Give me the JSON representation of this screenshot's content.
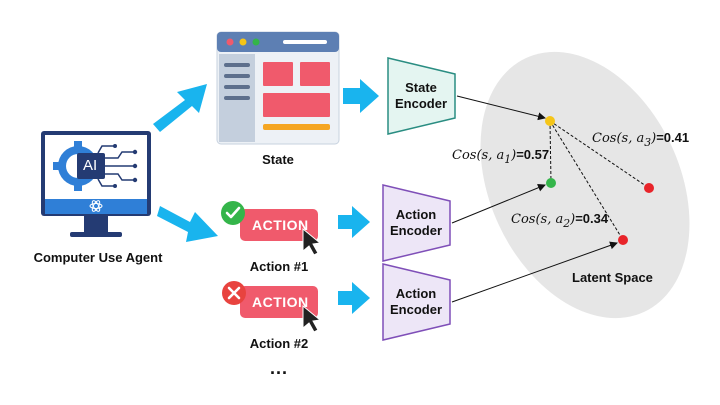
{
  "agent": {
    "label": "Computer Use Agent",
    "screen_text": "AI"
  },
  "state": {
    "label": "State"
  },
  "state_encoder": {
    "line1": "State",
    "line2": "Encoder"
  },
  "actions": [
    {
      "button_text": "ACTION",
      "caption": "Action #1",
      "status": "accepted",
      "status_icon": "check-icon"
    },
    {
      "button_text": "ACTION",
      "caption": "Action #2",
      "status": "rejected",
      "status_icon": "cross-icon"
    }
  ],
  "more_indicator": "...",
  "action_encoder": {
    "line1": "Action",
    "line2": "Encoder"
  },
  "latent_space": {
    "label": "Latent Space"
  },
  "similarities": [
    {
      "func": "Cos",
      "args": "(s, a",
      "sub": "1",
      "value": "=0.57"
    },
    {
      "func": "Cos",
      "args": "(s, a",
      "sub": "2",
      "value": "=0.34"
    },
    {
      "func": "Cos",
      "args": "(s, a",
      "sub": "3",
      "value": "=0.41"
    }
  ],
  "colors": {
    "arrow_blue": "#19b4ee",
    "state_encoder_fill": "#e4f5f1",
    "state_encoder_stroke": "#2a8d82",
    "action_encoder_fill": "#ede6f7",
    "action_encoder_stroke": "#7f4fb8",
    "action_button": "#f05a6c",
    "check_green": "#34b54a",
    "cross_red": "#e8433f",
    "state_point": "#f5c518",
    "positive_point": "#34b54a",
    "negative_point": "#e8242a",
    "latent_bg": "#e6e6e6",
    "monitor_dark": "#243b73",
    "monitor_accent": "#2f7fd7"
  }
}
